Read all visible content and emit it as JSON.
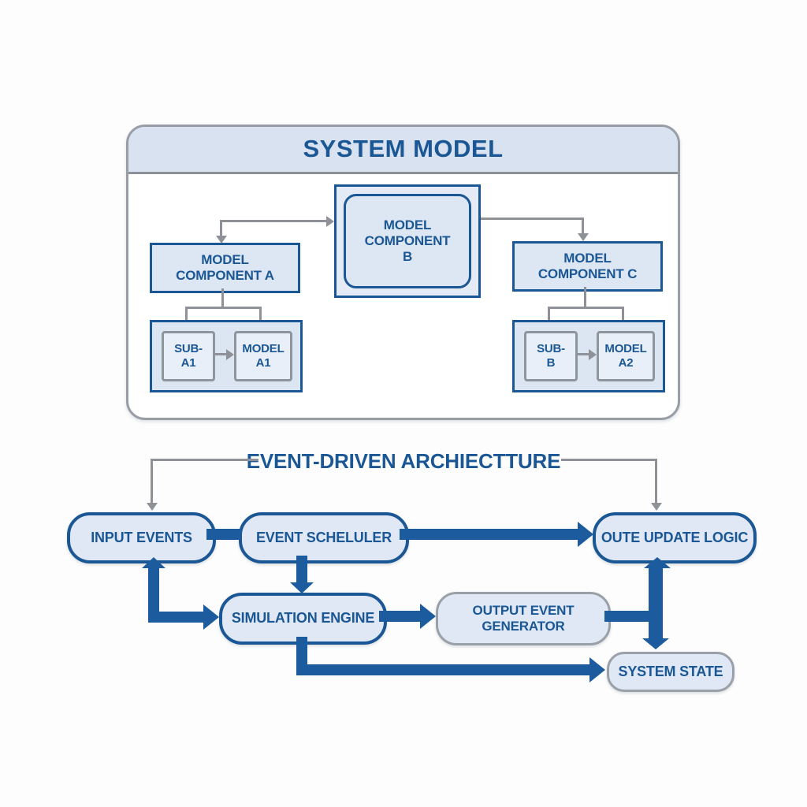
{
  "colors": {
    "accent_blue": "#1a5794",
    "arrow_blue": "#1c5c9e",
    "light_blue_fill": "#dde6f3",
    "header_fill": "#d8e2f0",
    "gray_line": "#8e9298",
    "gray_border": "#9aa0a8"
  },
  "system_model": {
    "title": "SYSTEM MODEL",
    "component_a": "MODEL\nCOMPONENT A",
    "component_b": "MODEL\nCOMPONENT\nB",
    "component_c": "MODEL\nCOMPONENT C",
    "sub_a1": "SUB-\nA1",
    "model_a1": "MODEL\nA1",
    "sub_b": "SUB-\nB",
    "model_a2": "MODEL\nA2"
  },
  "event_architecture": {
    "title": "EVENT-DRIVEN ARCHIECTTURE",
    "input_events": "INPUT EVENTS",
    "event_scheduler": "EVENT SCHELULER",
    "state_update_logic": "OUTE UPDATE LOGIC",
    "simulation_engine": "SIMULATION ENGINE",
    "output_event_generator": "OUTPUT EVENT\nGENERATOR",
    "system_state": "SYSTEM STATE"
  }
}
